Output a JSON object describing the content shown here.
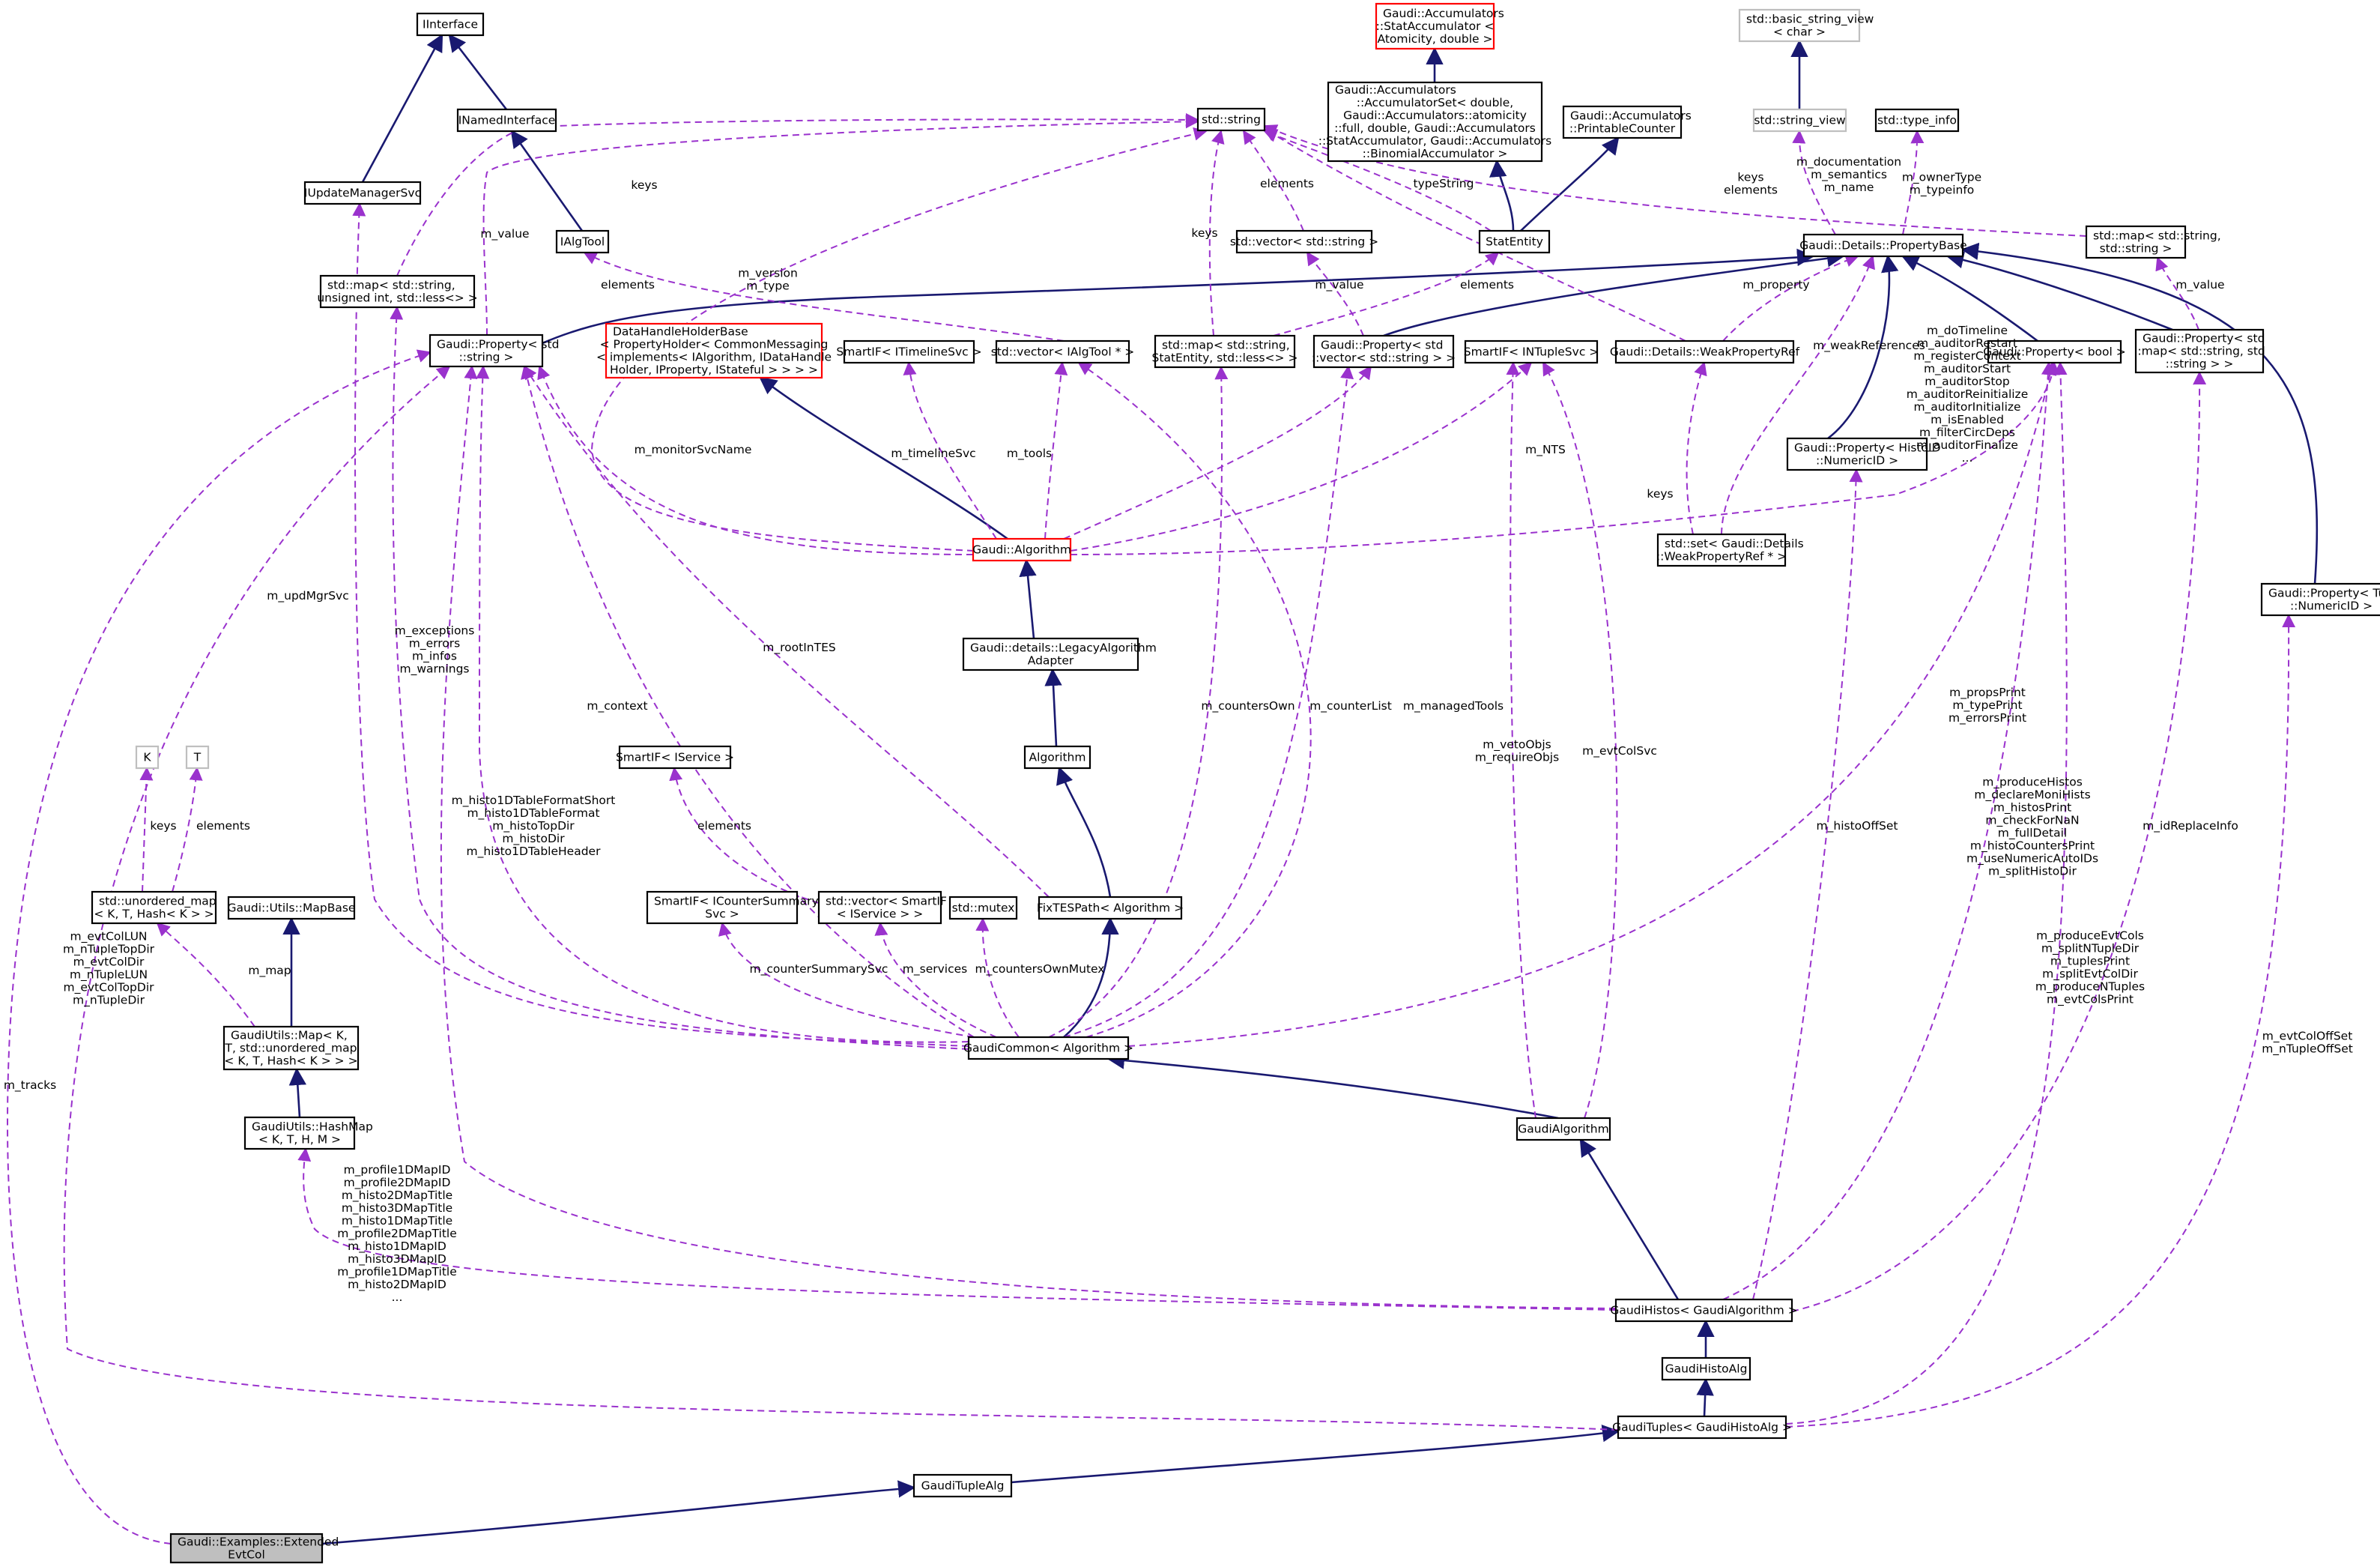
{
  "diagram": {
    "colors": {
      "inherit": "#191970",
      "usage": "#9a32cd",
      "node_border": "#000000",
      "highlight_border": "#ff0000",
      "template_border": "#bfbfbf",
      "focus_fill": "#bfbfbf"
    },
    "nodes": {
      "IInterface": [
        "IInterface"
      ],
      "INamedInterface": [
        "INamedInterface"
      ],
      "IUpdateManagerSvc": [
        "IUpdateManagerSvc"
      ],
      "IAlgTool": [
        "IAlgTool"
      ],
      "std_string": [
        "std::string"
      ],
      "StatAccumulator": [
        "Gaudi::Accumulators",
        "::StatAccumulator <",
        "Atomicity, double >"
      ],
      "AccumulatorSet": [
        "Gaudi::Accumulators",
        "::AccumulatorSet< double,",
        "Gaudi::Accumulators::atomicity",
        "::full, double, Gaudi::Accumulators",
        "::StatAccumulator, Gaudi::Accumulators",
        "::BinomialAccumulator >"
      ],
      "PrintableCounter": [
        "Gaudi::Accumulators",
        "::PrintableCounter"
      ],
      "basic_string_view": [
        "std::basic_string_view",
        "< char >"
      ],
      "string_view": [
        "std::string_view"
      ],
      "type_info": [
        "std::type_info"
      ],
      "StatEntity": [
        "StatEntity"
      ],
      "vector_string": [
        "std::vector< std::string >"
      ],
      "PropertyBase": [
        "Gaudi::Details::PropertyBase"
      ],
      "map_string_string": [
        "std::map< std::string,",
        "std::string >"
      ],
      "map_string_uint": [
        "std::map< std::string,",
        "unsigned int, std::less<> >"
      ],
      "Property_string": [
        "Gaudi::Property< std",
        "::string >"
      ],
      "DataHandleHolderBase": [
        "DataHandleHolderBase",
        "< PropertyHolder< CommonMessaging",
        "< implements< IAlgorithm, IDataHandle",
        "Holder, IProperty, IStateful > > > >"
      ],
      "SmartIF_ITimelineSvc": [
        "SmartIF< ITimelineSvc >"
      ],
      "vector_IAlgTool": [
        "std::vector< IAlgTool * >"
      ],
      "map_StatEntity": [
        "std::map< std::string,",
        "StatEntity, std::less<> >"
      ],
      "Property_vector_string": [
        "Gaudi::Property< std",
        "::vector< std::string > >"
      ],
      "SmartIF_INTupleSvc": [
        "SmartIF< INTupleSvc >"
      ],
      "WeakPropertyRef": [
        "Gaudi::Details::WeakPropertyRef"
      ],
      "Property_bool": [
        "Gaudi::Property< bool >"
      ],
      "Property_map_string": [
        "Gaudi::Property< std",
        "::map< std::string, std",
        "::string > >"
      ],
      "Property_HistoID": [
        "Gaudi::Property< HistoID",
        "::NumericID >"
      ],
      "set_WeakPropertyRef": [
        "std::set< Gaudi::Details",
        "::WeakPropertyRef * >"
      ],
      "Gaudi_Algorithm": [
        "Gaudi::Algorithm"
      ],
      "Property_TupleID": [
        "Gaudi::Property< TupleID",
        "::NumericID >"
      ],
      "LegacyAlgorithmAdapter": [
        "Gaudi::details::LegacyAlgorithm",
        "Adapter"
      ],
      "Algorithm": [
        "Algorithm"
      ],
      "K": [
        "K"
      ],
      "T": [
        "T"
      ],
      "SmartIF_IService": [
        "SmartIF< IService >"
      ],
      "unordered_map": [
        "std::unordered_map",
        "< K, T, Hash< K > >"
      ],
      "MapBase": [
        "Gaudi::Utils::MapBase"
      ],
      "SmartIF_ICounterSummarySvc": [
        "SmartIF< ICounterSummary",
        "Svc >"
      ],
      "vector_SmartIF_IService": [
        "std::vector< SmartIF",
        "< IService > >"
      ],
      "std_mutex": [
        "std::mutex"
      ],
      "FixTESPath": [
        "FixTESPath< Algorithm >"
      ],
      "GaudiUtils_Map": [
        "GaudiUtils::Map< K,",
        "T, std::unordered_map",
        "< K, T, Hash< K > > >"
      ],
      "GaudiCommon": [
        "GaudiCommon< Algorithm >"
      ],
      "HashMap": [
        "GaudiUtils::HashMap",
        "< K, T, H, M >"
      ],
      "GaudiAlgorithm": [
        "GaudiAlgorithm"
      ],
      "GaudiHistos": [
        "GaudiHistos< GaudiAlgorithm >"
      ],
      "GaudiHistoAlg": [
        "GaudiHistoAlg"
      ],
      "GaudiTuples": [
        "GaudiTuples< GaudiHistoAlg >"
      ],
      "GaudiTupleAlg": [
        "GaudiTupleAlg"
      ],
      "ExtendedEvtCol": [
        "Gaudi::Examples::Extended",
        "EvtCol"
      ]
    },
    "edge_labels": {
      "keys_map_uint": [
        "keys"
      ],
      "m_value_prop_string": [
        "m_value"
      ],
      "elements_vector_string": [
        "elements"
      ],
      "typeString": [
        "typeString"
      ],
      "keys_map_statentity": [
        "keys"
      ],
      "m_value_vector_string": [
        "m_value"
      ],
      "m_version_type": [
        "m_version",
        "m_type"
      ],
      "elements_vector_algtool": [
        "elements"
      ],
      "elements_map_statentity": [
        "elements"
      ],
      "m_value_prop_map": [
        "m_value"
      ],
      "keys_elements_map_string": [
        "keys",
        "elements"
      ],
      "m_doc_semantics_name": [
        "m_documentation",
        "m_semantics",
        "m_name"
      ],
      "m_ownerType_typeinfo": [
        "m_ownerType",
        "m_typeinfo"
      ],
      "m_property": [
        "m_property"
      ],
      "m_weakReferences": [
        "m_weakReferences"
      ],
      "keys_set": [
        "keys"
      ],
      "m_monitorSvcName": [
        "m_monitorSvcName"
      ],
      "m_timelineSvc": [
        "m_timelineSvc"
      ],
      "m_tools": [
        "m_tools"
      ],
      "m_NTS": [
        "m_NTS"
      ],
      "algorithm_bool_flags": [
        "m_doTimeline",
        "m_auditorRestart",
        "m_registerContext",
        "m_auditorStart",
        "m_auditorStop",
        "m_auditorReinitialize",
        "m_auditorInitialize",
        "m_isEnabled",
        "m_filterCircDeps",
        "m_auditorFinalize",
        "..."
      ],
      "m_rootInTES": [
        "m_rootInTES"
      ],
      "m_updMgrSvc": [
        "m_updMgrSvc"
      ],
      "m_exceptions": [
        "m_exceptions",
        "m_errors",
        "m_infos",
        "m_warnings"
      ],
      "m_context": [
        "m_context"
      ],
      "m_countersOwn": [
        "m_countersOwn"
      ],
      "m_counterList": [
        "m_counterList"
      ],
      "m_managedTools": [
        "m_managedTools"
      ],
      "m_vetoObjs": [
        "m_vetoObjs",
        "m_requireObjs"
      ],
      "m_evtColSvc": [
        "m_evtColSvc"
      ],
      "m_props_print": [
        "m_propsPrint",
        "m_typePrint",
        "m_errorsPrint"
      ],
      "m_produceHistos": [
        "m_produceHistos",
        "m_declareMoniHists",
        "m_histosPrint",
        "m_checkForNaN",
        "m_fullDetail",
        "m_histoCountersPrint",
        "m_useNumericAutoIDs",
        "m_splitHistoDir"
      ],
      "m_histoOffSet": [
        "m_histoOffSet"
      ],
      "m_idReplaceInfo": [
        "m_idReplaceInfo"
      ],
      "keys_unordered": [
        "keys"
      ],
      "elements_T": [
        "elements"
      ],
      "elements_smartif": [
        "elements"
      ],
      "m_histo1DTable": [
        "m_histo1DTableFormatShort",
        "m_histo1DTableFormat",
        "m_histoTopDir",
        "m_histoDir",
        "m_histo1DTableHeader"
      ],
      "m_map": [
        "m_map"
      ],
      "m_counterSummarySvc": [
        "m_counterSummarySvc"
      ],
      "m_services": [
        "m_services"
      ],
      "m_countersOwnMutex": [
        "m_countersOwnMutex"
      ],
      "m_evtColLUN": [
        "m_evtColLUN",
        "m_nTupleTopDir",
        "m_evtColDir",
        "m_nTupleLUN",
        "m_evtColTopDir",
        "m_nTupleDir"
      ],
      "m_tracks": [
        "m_tracks"
      ],
      "m_produceEvtCols": [
        "m_produceEvtCols",
        "m_splitNTupleDir",
        "m_tuplesPrint",
        "m_splitEvtColDir",
        "m_produceNTuples",
        "m_evtColsPrint"
      ],
      "m_evtColOffSet": [
        "m_evtColOffSet",
        "m_nTupleOffSet"
      ],
      "m_profile_maps": [
        "m_profile1DMapID",
        "m_profile2DMapID",
        "m_histo2DMapTitle",
        "m_histo3DMapTitle",
        "m_histo1DMapTitle",
        "m_profile2DMapTitle",
        "m_histo1DMapID",
        "m_histo3DMapID",
        "m_profile1DMapTitle",
        "m_histo2DMapID",
        "..."
      ]
    }
  }
}
